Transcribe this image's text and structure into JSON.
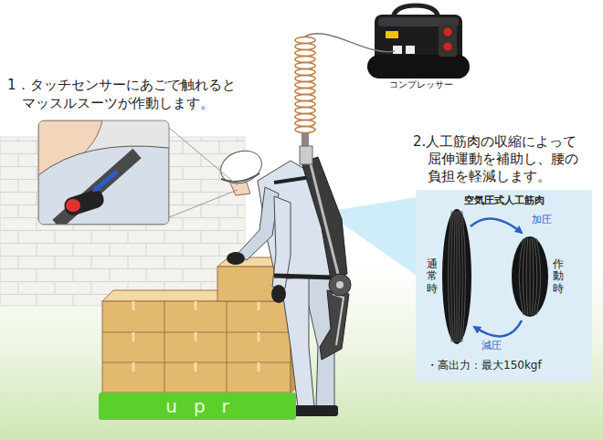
{
  "diagram": {
    "nodes": [
      {
        "text": [
          "空気圧式人工筋肉",
          "・高出力：最大150kgf"
        ]
      },
      {
        "text": [
          "通常時"
        ],
        "in": 0
      },
      {
        "text": [
          "作動時"
        ],
        "in": 0
      },
      {
        "text": [
          "upr"
        ]
      }
    ],
    "edges": [
      {
        "from": 1,
        "to": 2,
        "arrow": "to",
        "label": "加圧"
      },
      {
        "from": 2,
        "to": 1,
        "arrow": "to",
        "label": "減圧"
      }
    ],
    "labels": [
      "1．タッチセンサーにあごで触れると マッスルスーツが作動します。",
      "2.人工筋肉の収縮によって 屈伸運動を補助し、腰の 負担を軽減します。",
      "コンプレッサー"
    ]
  }
}
